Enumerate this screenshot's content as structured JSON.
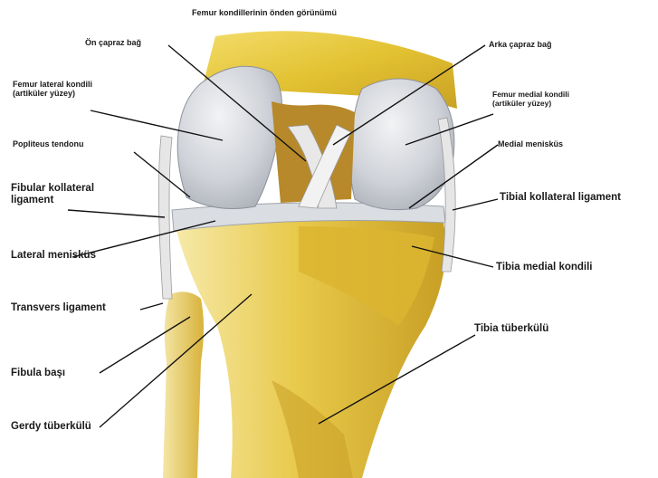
{
  "title": "Femur kondillerinin önden görünümü",
  "labels": {
    "on_capraz_bag": "Ön çapraz bağ",
    "arka_capraz_bag": "Arka çapraz bağ",
    "femur_lateral_kondili": [
      "Femur lateral kondili",
      "(artiküler yüzey)"
    ],
    "femur_medial_kondili": [
      "Femur medial kondili",
      "(artiküler yüzey)"
    ],
    "popliteus_tendonu": "Popliteus tendonu",
    "medial_menisküs": "Medial menisküs",
    "fibular_kollateral_ligament": [
      "Fibular kollateral",
      "ligament"
    ],
    "tibial_kollateral_ligament": "Tibial kollateral ligament",
    "lateral_menisküs": "Lateral menisküs",
    "tibia_medial_kondili": "Tibia medial kondili",
    "transvers_ligament": "Transvers ligament",
    "tibia_tuberkulu": "Tibia tüberkülü",
    "fibula_basi": "Fibula başı",
    "gerdy_tuberkulu": "Gerdy tüberkülü"
  },
  "colors": {
    "bone": "#e9c93a",
    "bone_dark": "#b78f1c",
    "cartilage": "#c9ccd3",
    "cartilage_light": "#e4e6ea",
    "ligament": "#ececec",
    "leader": "#111111"
  }
}
